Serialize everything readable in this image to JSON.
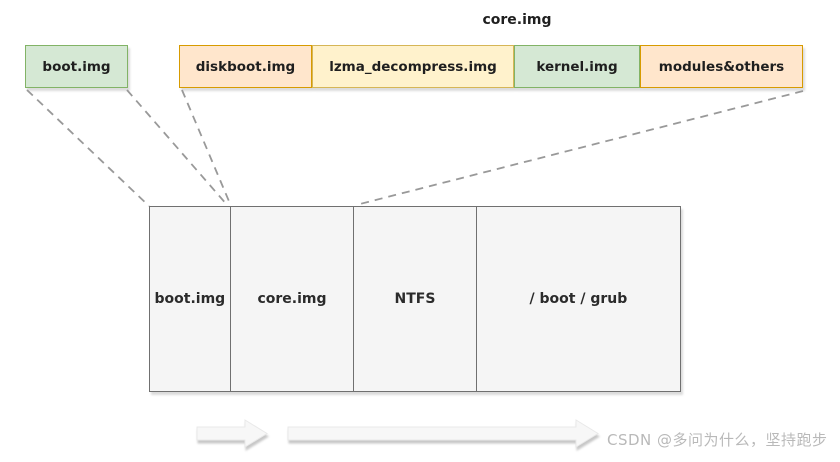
{
  "diagram": {
    "title_label": "core.img",
    "boot_image_box": {
      "label": "boot.img",
      "fill": "#d5e8d4",
      "border": "#82b366"
    },
    "core_segments": [
      {
        "label": "diskboot.img",
        "fill": "#ffe6cc",
        "border": "#d79b00"
      },
      {
        "label": "lzma_decompress.img",
        "fill": "#fff2cc",
        "border": "#d6b656"
      },
      {
        "label": "kernel.img",
        "fill": "#d5e8d4",
        "border": "#82b366"
      },
      {
        "label": "modules&others",
        "fill": "#ffe6cc",
        "border": "#d79b00"
      }
    ],
    "disk_layout": {
      "fill": "#f5f5f5",
      "border": "#707070",
      "cells": [
        {
          "label": "boot.img"
        },
        {
          "label": "core.img"
        },
        {
          "label": "NTFS"
        },
        {
          "label": "/ boot / grub"
        }
      ]
    },
    "connector_color": "#999999",
    "arrow_fill": "#f7f7f7"
  },
  "watermark": {
    "text": "CSDN @多问为什么，坚持跑步",
    "color": "#b9b9b9"
  }
}
